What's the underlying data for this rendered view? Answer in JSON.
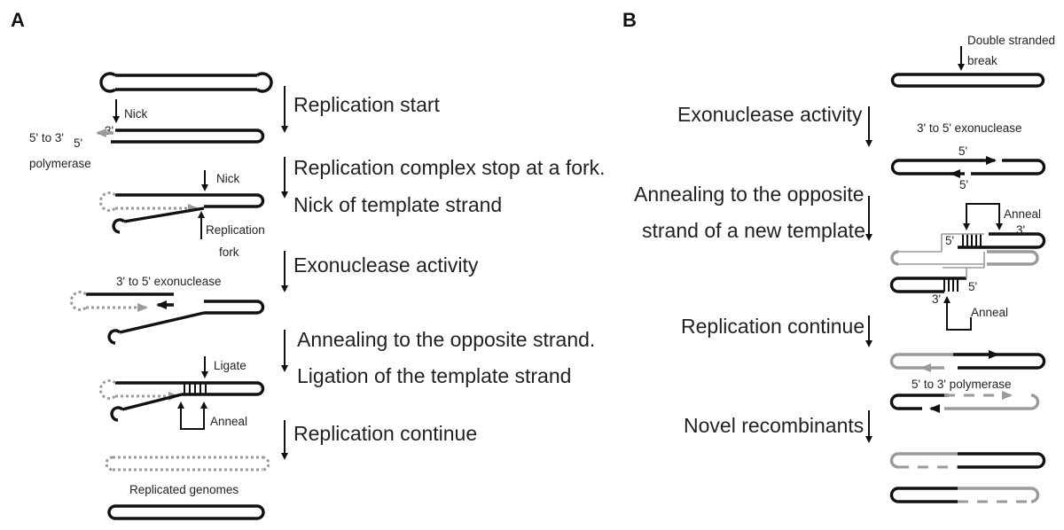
{
  "panels": {
    "a": "A",
    "b": "B"
  },
  "panel_a": {
    "steps": [
      "Replication start",
      "Replication complex stop at a fork.",
      "Nick of template strand",
      "Exonuclease activity",
      "Annealing to the opposite strand.",
      "Ligation of the template strand",
      "Replication continue"
    ],
    "labels": {
      "nick_1": "Nick",
      "three_prime": "3'",
      "five_prime": "5'",
      "polymerase_1": "5' to 3'",
      "polymerase_2": "polymerase",
      "nick_2": "Nick",
      "fork_1": "Replication",
      "fork_2": "fork",
      "exonuclease": "3' to 5' exonuclease",
      "ligate": "Ligate",
      "anneal": "Anneal",
      "replicated": "Replicated genomes"
    }
  },
  "panel_b": {
    "steps": [
      "Exonuclease activity",
      "Annealing to the opposite",
      "strand of a new template",
      "Replication continue",
      "Novel recombinants"
    ],
    "labels": {
      "dsb_1": "Double stranded",
      "dsb_2": "break",
      "exonuclease": "3' to 5' exonuclease",
      "five_a": "5'",
      "five_b": "5'",
      "anneal_top": "Anneal",
      "five_c": "5'",
      "three_c": "3'",
      "five_d": "5'",
      "three_d": "3'",
      "anneal_bottom": "Anneal",
      "polymerase": "5' to 3' polymerase"
    }
  },
  "colors": {
    "strand": "#111111",
    "new_strand": "#9a9a9a"
  }
}
